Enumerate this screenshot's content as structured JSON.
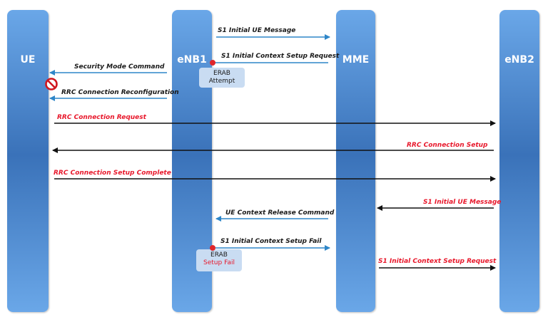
{
  "lanes": {
    "ue": "UE",
    "enb1": "eNB1",
    "mme": "MME",
    "enb2": "eNB2"
  },
  "messages": {
    "s1_initial_ue_1": "S1 Initial UE Message",
    "s1_init_ctx_req_1": "S1 Initial Context Setup Request",
    "security_mode": "Security Mode Command",
    "rrc_reconfig": "RRC Connection Reconfiguration",
    "rrc_request": "RRC Connection Request",
    "rrc_setup": "RRC Connection Setup",
    "rrc_setup_complete": "RRC Connection Setup Complete",
    "s1_initial_ue_2": "S1 Initial UE Message",
    "ue_ctx_release": "UE Context Release Command",
    "s1_init_ctx_fail": "S1 Initial Context Setup Fail",
    "s1_init_ctx_req_2": "S1 Initial Context Setup Request"
  },
  "boxes": {
    "erab_attempt": {
      "line1": "ERAB",
      "line2": "Attempt"
    },
    "erab_fail": {
      "line1": "ERAB",
      "line2": "Setup Fail"
    }
  },
  "icons": {
    "no_entry": "no-entry-icon"
  },
  "colors": {
    "lane": "#3a72b9",
    "arrow_blue": "#2e86c8",
    "arrow_black": "#111111",
    "text_red": "#e8192c",
    "box_bg": "#c9dcf2",
    "dot_red": "#e0262b"
  }
}
